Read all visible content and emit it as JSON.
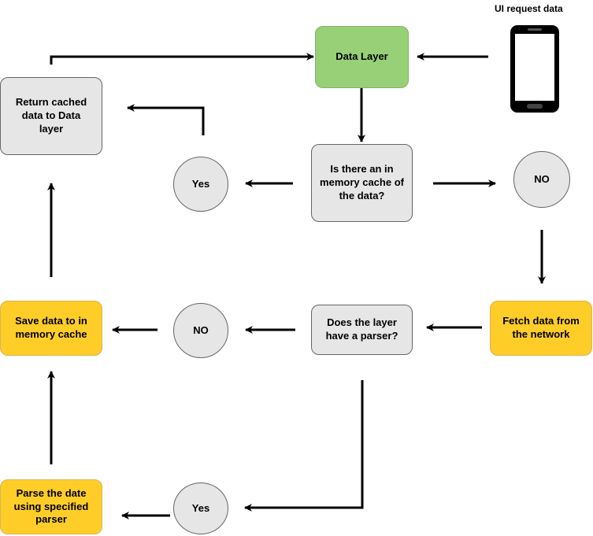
{
  "ui_label": "UI request data",
  "nodes": {
    "data_layer": "Data Layer",
    "return_cached": "Return cached data to Data layer",
    "q_memory_cache": "Is there an in memory cache of the data?",
    "yes_top": "Yes",
    "no_top": "NO",
    "fetch_network": "Fetch data from the network",
    "q_parser": "Does the layer have a parser?",
    "no_mid": "NO",
    "save_cache": "Save data to in memory cache",
    "parse_data": "Parse the date using specified parser",
    "yes_bottom": "Yes"
  },
  "colors": {
    "gray": "#e6e6e6",
    "green": "#97d077",
    "yellow": "#ffcd28",
    "stroke": "#000000"
  }
}
